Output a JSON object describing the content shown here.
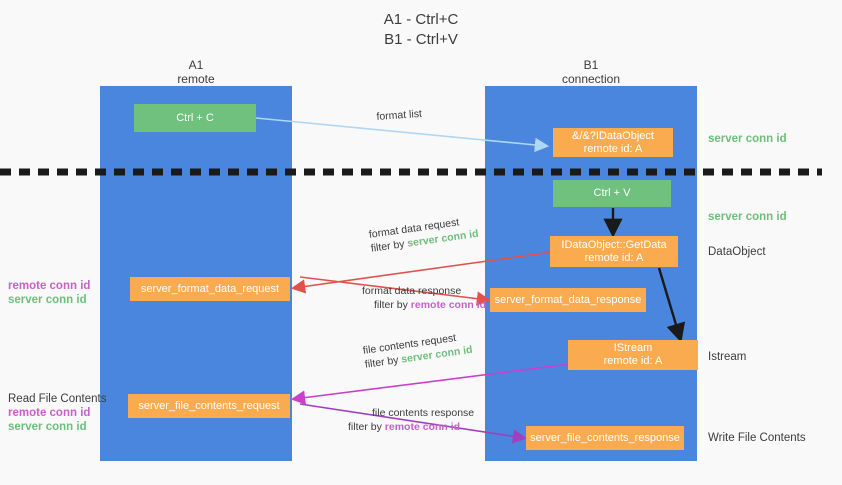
{
  "title": {
    "line1": "A1 - Ctrl+C",
    "line2": "B1 - Ctrl+V"
  },
  "colors": {
    "column": "#4a86de",
    "node_orange": "#fbab4f",
    "node_green": "#6fc17d",
    "server_conn": "#6fbf7b",
    "remote_conn": "#c860c8",
    "arrow_lightblue": "#aed6f5",
    "arrow_red": "#e0524a",
    "arrow_magenta": "#cc3fcc",
    "arrow_purple": "#a040c0",
    "arrow_black": "#1a1a1a",
    "background": "#f9f9f9"
  },
  "columns": [
    {
      "id": "a1",
      "name": "A1",
      "sub": "remote"
    },
    {
      "id": "b1",
      "name": "B1",
      "sub": "connection"
    }
  ],
  "nodes": [
    {
      "id": "ctrl-c",
      "kind": "green",
      "line1": "Ctrl + C",
      "line2": ""
    },
    {
      "id": "set-idataobject",
      "kind": "orange",
      "line1": "&/&?IDataObject",
      "line2": "remote id: A"
    },
    {
      "id": "ctrl-v",
      "kind": "green",
      "line1": "Ctrl + V",
      "line2": ""
    },
    {
      "id": "idataobject-getdata",
      "kind": "orange",
      "line1": "IDataObject::GetData",
      "line2": "remote id: A"
    },
    {
      "id": "server-format-data-request",
      "kind": "orange",
      "line1": "server_format_data_request",
      "line2": ""
    },
    {
      "id": "server-format-data-response",
      "kind": "orange",
      "line1": "server_format_data_response",
      "line2": ""
    },
    {
      "id": "istream",
      "kind": "orange",
      "line1": "IStream",
      "line2": "remote id: A"
    },
    {
      "id": "server-file-contents-request",
      "kind": "orange",
      "line1": "server_file_contents_request",
      "line2": ""
    },
    {
      "id": "server-file-contents-response",
      "kind": "orange",
      "line1": "server_file_contents_response",
      "line2": ""
    }
  ],
  "right_labels": [
    {
      "id": "server-conn-id-top",
      "text": "server conn id",
      "style": "green"
    },
    {
      "id": "server-conn-id-second",
      "text": "server conn id",
      "style": "green"
    },
    {
      "id": "data-object",
      "text": "DataObject",
      "style": "plain"
    },
    {
      "id": "istream-label",
      "text": "Istream",
      "style": "plain"
    },
    {
      "id": "write-file-contents",
      "text": "Write File Contents",
      "style": "plain"
    }
  ],
  "left_labels": {
    "format_stack": {
      "remote": "remote conn id",
      "server": "server conn id"
    },
    "read_file_contents": "Read File Contents",
    "file_stack": {
      "remote": "remote conn id",
      "server": "server conn id"
    }
  },
  "edge_labels": {
    "format_list": "format list",
    "format_data_request": {
      "line1": "format data request",
      "prefix": "filter by ",
      "highlight": "server conn id"
    },
    "format_data_response": {
      "line1": "format data response",
      "prefix": "filter by ",
      "highlight": "remote conn id"
    },
    "file_contents_request": {
      "line1": "file contents request",
      "prefix": "filter by ",
      "highlight": "server conn id"
    },
    "file_contents_response": {
      "line1": "file contents response",
      "prefix": "filter by ",
      "highlight": "remote conn id"
    }
  }
}
